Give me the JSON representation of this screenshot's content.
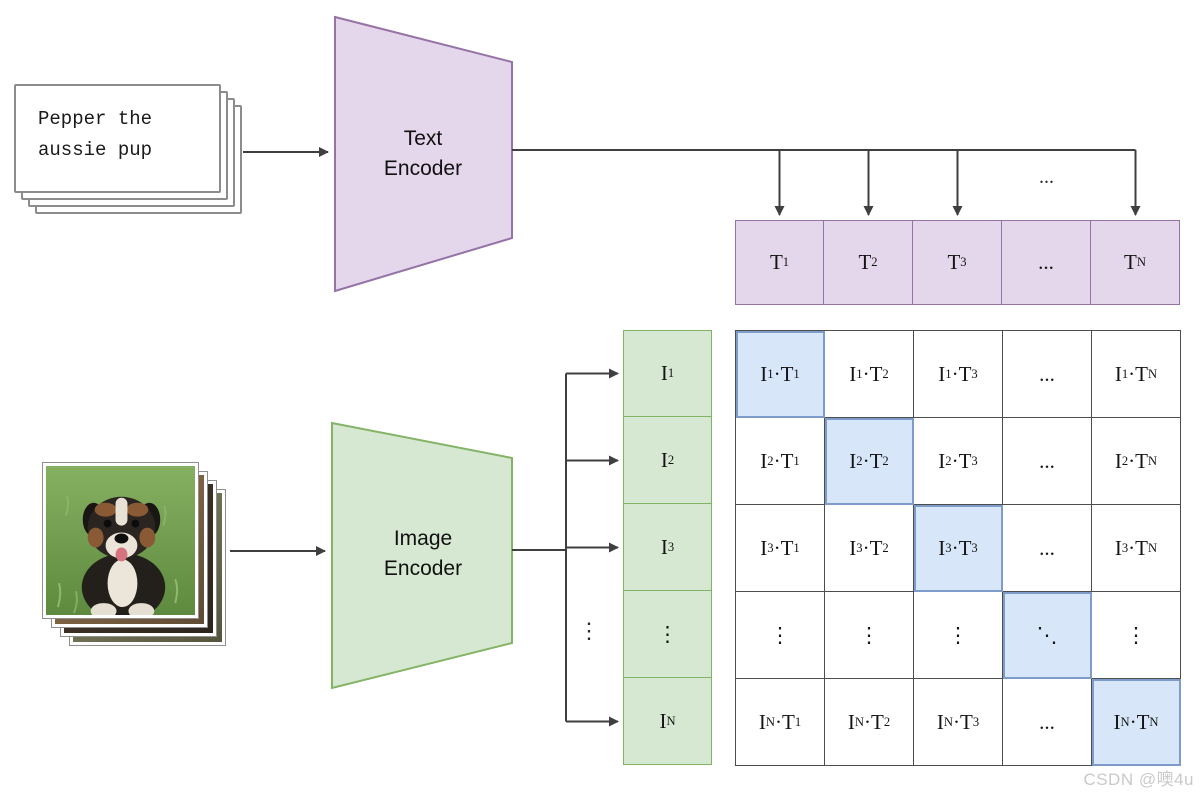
{
  "prompt": {
    "text": "Pepper the\naussie pup"
  },
  "text_encoder": {
    "label": "Text\nEncoder"
  },
  "image_encoder": {
    "label": "Image\nEncoder"
  },
  "top_dots": "...",
  "left_dots": "⋮",
  "watermark": "CSDN @噢4u",
  "colors": {
    "purple_fill": "#E4D6EB",
    "purple_stroke": "#9673A6",
    "green_fill": "#D7E8D2",
    "green_stroke": "#82B366",
    "highlight_fill": "#D7E6F8",
    "highlight_stroke": "#7E9CC9",
    "grid_stroke": "#4d4d4d",
    "arrow": "#3f3f3f"
  },
  "text_embeddings": [
    {
      "p": [
        [
          "T",
          0
        ],
        [
          "1",
          1
        ]
      ]
    },
    {
      "p": [
        [
          "T",
          0
        ],
        [
          "2",
          1
        ]
      ]
    },
    {
      "p": [
        [
          "T",
          0
        ],
        [
          "3",
          1
        ]
      ]
    },
    {
      "p": [
        [
          "...",
          0
        ]
      ]
    },
    {
      "p": [
        [
          "T",
          0
        ],
        [
          "N",
          1
        ]
      ]
    }
  ],
  "image_embeddings": [
    {
      "p": [
        [
          "I",
          0
        ],
        [
          "1",
          1
        ]
      ]
    },
    {
      "p": [
        [
          "I",
          0
        ],
        [
          "2",
          1
        ]
      ]
    },
    {
      "p": [
        [
          "I",
          0
        ],
        [
          "3",
          1
        ]
      ]
    },
    {
      "p": [
        [
          "⋮",
          0
        ]
      ]
    },
    {
      "p": [
        [
          "I",
          0
        ],
        [
          "N",
          1
        ]
      ]
    }
  ],
  "matrix_rows": [
    [
      {
        "p": [
          [
            "I",
            0
          ],
          [
            "1",
            1
          ],
          [
            "·",
            0
          ],
          [
            "T",
            0
          ],
          [
            "1",
            1
          ]
        ],
        "hl": true
      },
      {
        "p": [
          [
            "I",
            0
          ],
          [
            "1",
            1
          ],
          [
            "·",
            0
          ],
          [
            "T",
            0
          ],
          [
            "2",
            1
          ]
        ]
      },
      {
        "p": [
          [
            "I",
            0
          ],
          [
            "1",
            1
          ],
          [
            "·",
            0
          ],
          [
            "T",
            0
          ],
          [
            "3",
            1
          ]
        ]
      },
      {
        "p": [
          [
            "...",
            0
          ]
        ]
      },
      {
        "p": [
          [
            "I",
            0
          ],
          [
            "1",
            1
          ],
          [
            "·",
            0
          ],
          [
            "T",
            0
          ],
          [
            "N",
            1
          ]
        ]
      }
    ],
    [
      {
        "p": [
          [
            "I",
            0
          ],
          [
            "2",
            1
          ],
          [
            "·",
            0
          ],
          [
            "T",
            0
          ],
          [
            "1",
            1
          ]
        ]
      },
      {
        "p": [
          [
            "I",
            0
          ],
          [
            "2",
            1
          ],
          [
            "·",
            0
          ],
          [
            "T",
            0
          ],
          [
            "2",
            1
          ]
        ],
        "hl": true
      },
      {
        "p": [
          [
            "I",
            0
          ],
          [
            "2",
            1
          ],
          [
            "·",
            0
          ],
          [
            "T",
            0
          ],
          [
            "3",
            1
          ]
        ]
      },
      {
        "p": [
          [
            "...",
            0
          ]
        ]
      },
      {
        "p": [
          [
            "I",
            0
          ],
          [
            "2",
            1
          ],
          [
            "·",
            0
          ],
          [
            "T",
            0
          ],
          [
            "N",
            1
          ]
        ]
      }
    ],
    [
      {
        "p": [
          [
            "I",
            0
          ],
          [
            "3",
            1
          ],
          [
            "·",
            0
          ],
          [
            "T",
            0
          ],
          [
            "1",
            1
          ]
        ]
      },
      {
        "p": [
          [
            "I",
            0
          ],
          [
            "3",
            1
          ],
          [
            "·",
            0
          ],
          [
            "T",
            0
          ],
          [
            "2",
            1
          ]
        ]
      },
      {
        "p": [
          [
            "I",
            0
          ],
          [
            "3",
            1
          ],
          [
            "·",
            0
          ],
          [
            "T",
            0
          ],
          [
            "3",
            1
          ]
        ],
        "hl": true
      },
      {
        "p": [
          [
            "...",
            0
          ]
        ]
      },
      {
        "p": [
          [
            "I",
            0
          ],
          [
            "3",
            1
          ],
          [
            "·",
            0
          ],
          [
            "T",
            0
          ],
          [
            "N",
            1
          ]
        ]
      }
    ],
    [
      {
        "p": [
          [
            "⋮",
            0
          ]
        ]
      },
      {
        "p": [
          [
            "⋮",
            0
          ]
        ]
      },
      {
        "p": [
          [
            "⋮",
            0
          ]
        ]
      },
      {
        "p": [
          [
            "⋱",
            0
          ]
        ],
        "hl": true
      },
      {
        "p": [
          [
            "⋮",
            0
          ]
        ]
      }
    ],
    [
      {
        "p": [
          [
            "I",
            0
          ],
          [
            "N",
            1
          ],
          [
            "·",
            0
          ],
          [
            "T",
            0
          ],
          [
            "1",
            1
          ]
        ]
      },
      {
        "p": [
          [
            "I",
            0
          ],
          [
            "N",
            1
          ],
          [
            "·",
            0
          ],
          [
            "T",
            0
          ],
          [
            "2",
            1
          ]
        ]
      },
      {
        "p": [
          [
            "I",
            0
          ],
          [
            "N",
            1
          ],
          [
            "·",
            0
          ],
          [
            "T",
            0
          ],
          [
            "3",
            1
          ]
        ]
      },
      {
        "p": [
          [
            "...",
            0
          ]
        ]
      },
      {
        "p": [
          [
            "I",
            0
          ],
          [
            "N",
            1
          ],
          [
            "·",
            0
          ],
          [
            "T",
            0
          ],
          [
            "N",
            1
          ]
        ],
        "hl": true
      }
    ]
  ]
}
